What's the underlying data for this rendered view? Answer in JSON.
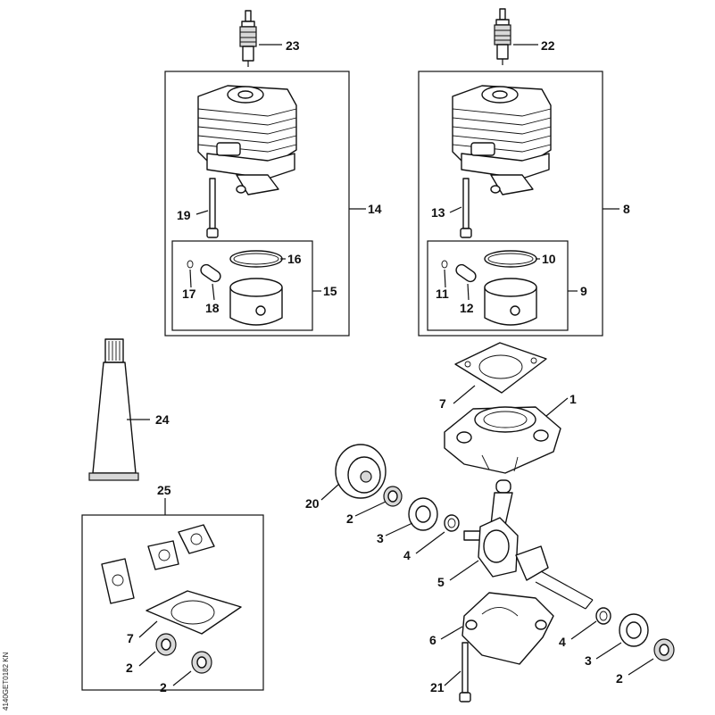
{
  "callouts": {
    "c1": "1",
    "c2a": "2",
    "c2b": "2",
    "c2c": "2",
    "c2d": "2",
    "c3a": "3",
    "c3b": "3",
    "c4a": "4",
    "c4b": "4",
    "c5": "5",
    "c6": "6",
    "c7a": "7",
    "c7b": "7",
    "c8": "8",
    "c9": "9",
    "c10": "10",
    "c11": "11",
    "c12": "12",
    "c13": "13",
    "c14": "14",
    "c15": "15",
    "c16": "16",
    "c17": "17",
    "c18": "18",
    "c19": "19",
    "c20": "20",
    "c21": "21",
    "c22": "22",
    "c23": "23",
    "c24": "24",
    "c25": "25"
  },
  "side_code": "4140GET0182 KN"
}
